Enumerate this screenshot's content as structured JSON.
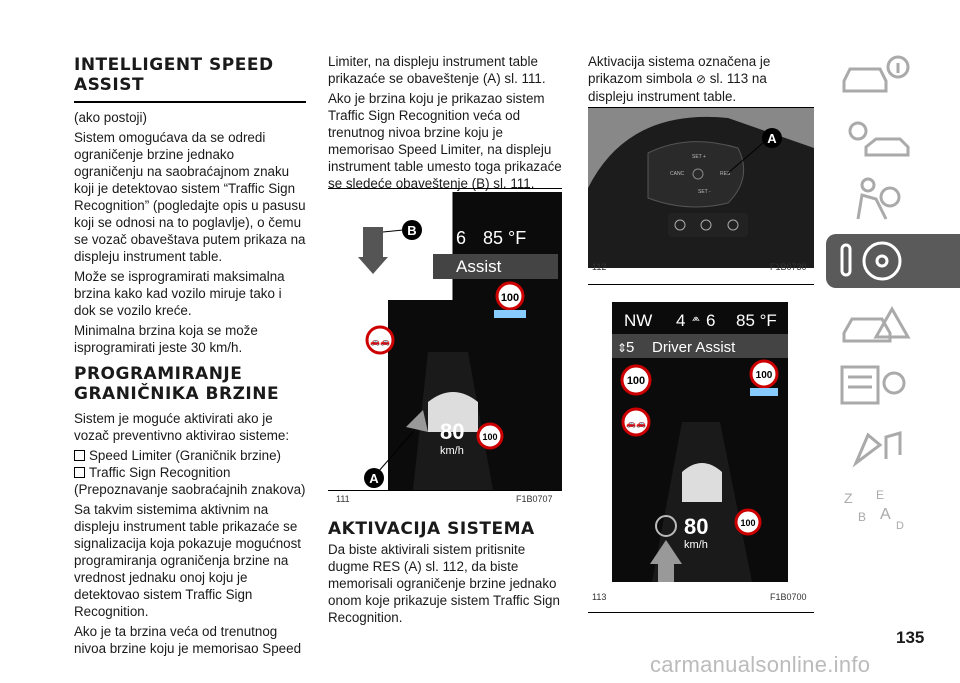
{
  "col1": {
    "title": "INTELLIGENT SPEED ASSIST",
    "p1": "(ako postoji)",
    "p2": "Sistem omogućava da se odredi ograničenje brzine jednako ograničenju na saobraćajnom znaku koji je detektovao sistem “Traffic Sign Recognition” (pogledajte opis u pasusu koji se odnosi na to poglavlje), o čemu se vozač obaveštava putem prikaza na displeju instrument table.",
    "p3": "Može se isprogramirati maksimalna brzina kako kad vozilo miruje tako i dok se vozilo kreće.",
    "p4": "Minimalna brzina koja se može isprogramirati jeste 30 km/h.",
    "heading2": "PROGRAMIRANJE GRANIČNIKA BRZINE",
    "p5": "Sistem je moguće aktivirati ako je vozač preventivno aktivirao sisteme:",
    "list": [
      "Speed Limiter (Graničnik brzine)",
      "Traffic Sign Recognition"
    ],
    "p6": "(Prepoznavanje saobraćajnih znakova)",
    "p7": "Sa takvim sistemima aktivnim na displeju instrument table prikazaće se signalizacija koja pokazuje mogućnost programiranja ograničenja brzine na vrednost jednaku onoj koju je detektovao sistem Traffic Sign Recognition.",
    "p8": "Ako je ta brzina veća od trenutnog nivoa brzine koju je memorisao Speed"
  },
  "col2": {
    "p1": "Limiter, na displeju instrument table prikazaće se obaveštenje (A) sl. 111.",
    "p2": "Ako je brzina koju je prikazao sistem Traffic Sign Recognition veća od trenutnog nivoa brzine koju je memorisao Speed Limiter, na displeju instrument table umesto toga prikazaće se sledeće obaveštenje (B) sl. 111.",
    "heading": "AKTIVACIJA SISTEMA",
    "p3": "Da biste aktivirali sistem pritisnite dugme RES (A) sl. 112, da biste memorisali ograničenje brzine jednako onom koje prikazuje sistem Traffic Sign Recognition."
  },
  "col3": {
    "p1": "Aktivacija sistema označena je prikazom simbola",
    "p1b": "sl. 113 na displeju instrument table."
  },
  "fig111": {
    "num": "111",
    "code": "F1B0707",
    "label_a": "A",
    "label_b": "B",
    "temp": "85 °F",
    "gear": "6",
    "assist": "Assist",
    "sign1": "100",
    "sign2": "100",
    "speed": "80",
    "unit": "km/h"
  },
  "fig112": {
    "num": "112",
    "code": "F1B0730",
    "label_a": "A",
    "btn_set_plus": "SET +",
    "btn_canc": "CANC",
    "btn_res": "RES",
    "btn_set_minus": "SET -"
  },
  "fig113": {
    "num": "113",
    "code": "F1B0700",
    "heading": "NW",
    "gear": "4",
    "gear2": "6",
    "temp": "85 °F",
    "assist": "Driver Assist",
    "assist_num": "5",
    "sign1": "100",
    "sign2": "100",
    "sign3": "100",
    "speed": "80",
    "unit": "km/h"
  },
  "page_number": "135",
  "watermark": "carmanualsonline.info",
  "sidebar_icons": [
    "car-info-icon",
    "lights-icon",
    "airbag-person-icon",
    "steering-wheel-key-icon",
    "car-crash-icon",
    "gears-list-icon",
    "car-music-icon",
    "alphabet-index-icon"
  ]
}
